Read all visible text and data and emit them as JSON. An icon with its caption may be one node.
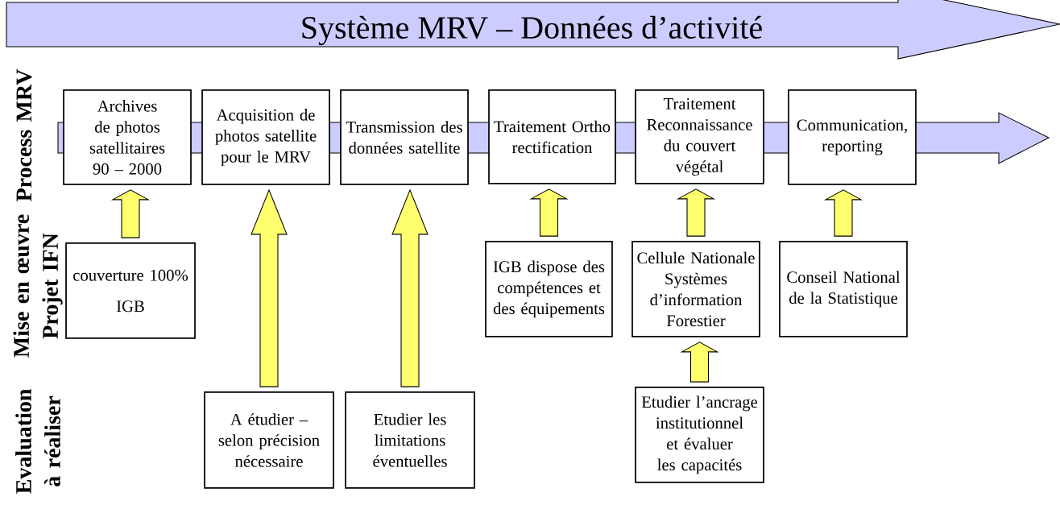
{
  "diagram": {
    "title": "Système MRV – Données d’activité",
    "nodes": [
      {
        "text": [
          "Archives de photos satellitaires 90 – 2000"
        ]
      },
      {
        "text": [
          "Acquisition de photos satellite pour le MRV"
        ]
      },
      {
        "text": [
          "Transmission des données satellite"
        ]
      },
      {
        "text": [
          "Traitement Ortho rectification"
        ]
      },
      {
        "text": [
          "Traitement Reconnaissance du couvert végétal"
        ]
      },
      {
        "text": [
          "Communication, reporting"
        ]
      },
      {
        "text": [
          "couverture 100%",
          "IGB"
        ]
      },
      {
        "text": [
          "IGB dispose des compétences et des équipements"
        ]
      },
      {
        "text": [
          "Cellule Nationale Systèmes d’information Forestier"
        ]
      },
      {
        "text": [
          "Conseil National de la Statistique"
        ]
      },
      {
        "text": [
          "A étudier – selon précision nécessaire"
        ]
      },
      {
        "text": [
          "Etudier les limitations éventuelles"
        ]
      },
      {
        "text": [
          "Etudier l’ancrage institutionnel et évaluer les capacités"
        ]
      }
    ],
    "edges": [
      {
        "from": 6,
        "to": 0,
        "arrow": "to"
      },
      {
        "from": 10,
        "to": 1,
        "arrow": "to"
      },
      {
        "from": 11,
        "to": 2,
        "arrow": "to"
      },
      {
        "from": 7,
        "to": 3,
        "arrow": "to"
      },
      {
        "from": 8,
        "to": 4,
        "arrow": "to"
      },
      {
        "from": 9,
        "to": 5,
        "arrow": "to"
      },
      {
        "from": 12,
        "to": 8,
        "arrow": "to"
      }
    ],
    "labels": [
      "Process MRV",
      "Mise en œuvre Projet IFN",
      "Evaluation à réaliser"
    ]
  }
}
